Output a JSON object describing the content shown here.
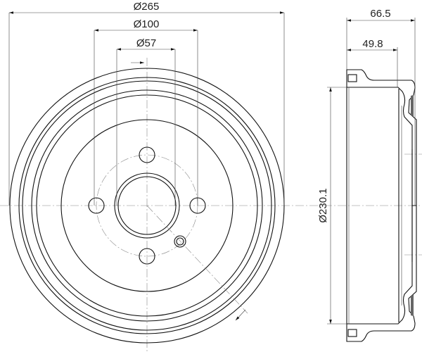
{
  "drawing": {
    "front_view": {
      "dimensions": {
        "outer_diameter": "Ø265",
        "bolt_circle": "Ø100",
        "center_bore": "Ø57"
      }
    },
    "side_view": {
      "dimensions": {
        "total_height": "66.5",
        "inner_depth": "49.8",
        "braking_diameter": "Ø230.1"
      }
    },
    "colors": {
      "line": "#111111",
      "centerline": "#888888",
      "background": "#ffffff"
    }
  }
}
